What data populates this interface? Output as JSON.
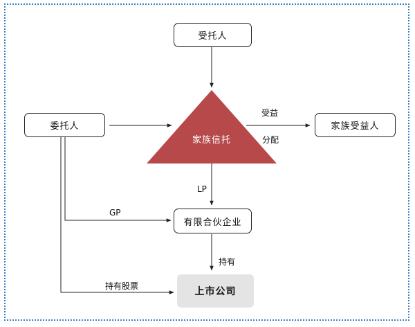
{
  "nodes": {
    "trustee": "受托人",
    "settlor": "委托人",
    "family_trust": "家族信托",
    "beneficiary": "家族受益人",
    "limited_partnership": "有限合伙企业",
    "listed_company": "上市公司"
  },
  "edges": {
    "benefit": "受益",
    "distribution": "分配",
    "lp": "LP",
    "gp": "GP",
    "hold": "持有",
    "hold_shares": "持有股票"
  },
  "colors": {
    "triangle": "#b7494a",
    "border_dotted": "#3a7fc4",
    "box_gray": "#e4e4e4"
  }
}
